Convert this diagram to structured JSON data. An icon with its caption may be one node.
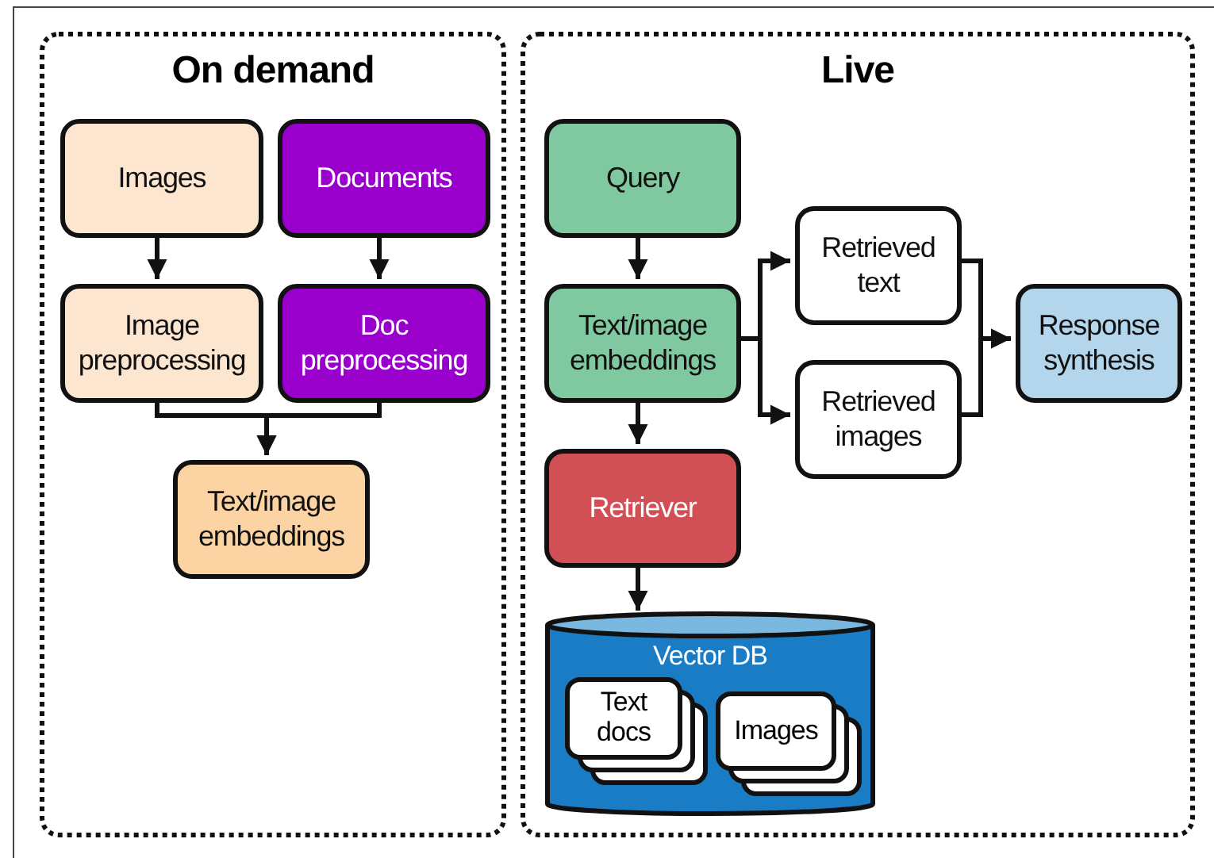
{
  "diagram": {
    "nodes": [
      {
        "text": [
          "On demand"
        ]
      },
      {
        "text": [
          "Images"
        ],
        "in": 0
      },
      {
        "text": [
          "Documents"
        ],
        "in": 0
      },
      {
        "text": [
          "Image preprocessing"
        ],
        "in": 0
      },
      {
        "text": [
          "Doc preprocessing"
        ],
        "in": 0
      },
      {
        "text": [
          "Text/image embeddings"
        ],
        "in": 0
      },
      {
        "text": [
          "Live"
        ]
      },
      {
        "text": [
          "Query"
        ],
        "in": 6
      },
      {
        "text": [
          "Text/image embeddings"
        ],
        "in": 6
      },
      {
        "text": [
          "Retrieved text"
        ],
        "in": 6
      },
      {
        "text": [
          "Retrieved images"
        ],
        "in": 6
      },
      {
        "text": [
          "Response synthesis"
        ],
        "in": 6
      },
      {
        "text": [
          "Retriever"
        ],
        "in": 6
      },
      {
        "text": [
          "Vector DB"
        ],
        "in": 6
      },
      {
        "text": [
          "Text docs"
        ],
        "in": 13
      },
      {
        "text": [
          "Images"
        ],
        "in": 13
      }
    ],
    "edges": [
      {
        "from": 1,
        "to": 3,
        "arrow": "to"
      },
      {
        "from": 2,
        "to": 4,
        "arrow": "to"
      },
      {
        "from": 3,
        "to": 5,
        "arrow": "to"
      },
      {
        "from": 4,
        "to": 5,
        "arrow": "to"
      },
      {
        "from": 7,
        "to": 8,
        "arrow": "to"
      },
      {
        "from": 8,
        "to": 9,
        "arrow": "to"
      },
      {
        "from": 8,
        "to": 10,
        "arrow": "to"
      },
      {
        "from": 9,
        "to": 11,
        "arrow": "to"
      },
      {
        "from": 10,
        "to": 11,
        "arrow": "to"
      },
      {
        "from": 8,
        "to": 12,
        "arrow": "to"
      },
      {
        "from": 12,
        "to": 13,
        "arrow": "to"
      }
    ]
  }
}
